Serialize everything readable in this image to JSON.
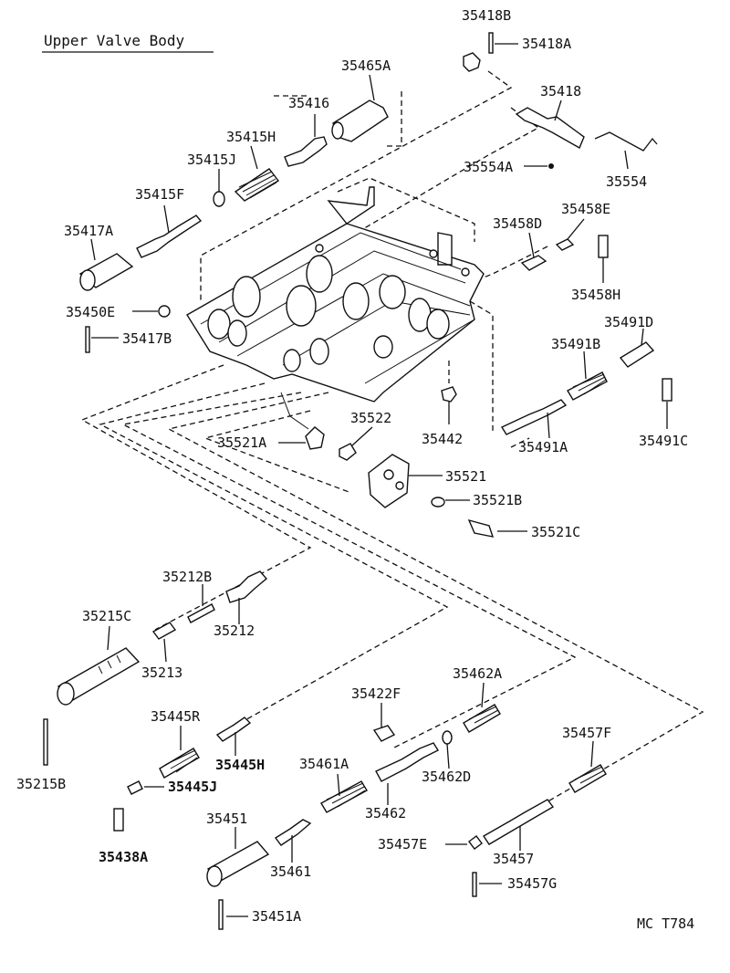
{
  "title": "Upper Valve Body",
  "code": "MC T784",
  "labels": {
    "p35418B": "35418B",
    "p35418A": "35418A",
    "p35465A": "35465A",
    "p35418": "35418",
    "p35416": "35416",
    "p35415H": "35415H",
    "p35415J": "35415J",
    "p35415F": "35415F",
    "p35417A": "35417A",
    "p35554A": "35554A",
    "p35554": "35554",
    "p35458D": "35458D",
    "p35458E": "35458E",
    "p35458H": "35458H",
    "p35450E": "35450E",
    "p35417B": "35417B",
    "p35491D": "35491D",
    "p35491B": "35491B",
    "p35491A": "35491A",
    "p35491C": "35491C",
    "p35442": "35442",
    "p35522": "35522",
    "p35521A": "35521A",
    "p35521": "35521",
    "p35521B": "35521B",
    "p35521C": "35521C",
    "p35212B": "35212B",
    "p35212": "35212",
    "p35215C": "35215C",
    "p35213": "35213",
    "p35462A": "35462A",
    "p35422F": "35422F",
    "p35445R": "35445R",
    "p35445H": "35445H",
    "p35445J": "35445J",
    "p35461A": "35461A",
    "p35462": "35462",
    "p35462D": "35462D",
    "p35457F": "35457F",
    "p35215B": "35215B",
    "p35451": "35451",
    "p35461": "35461",
    "p35457E": "35457E",
    "p35457": "35457",
    "p35438A": "35438A",
    "p35457G": "35457G",
    "p35451A": "35451A"
  }
}
